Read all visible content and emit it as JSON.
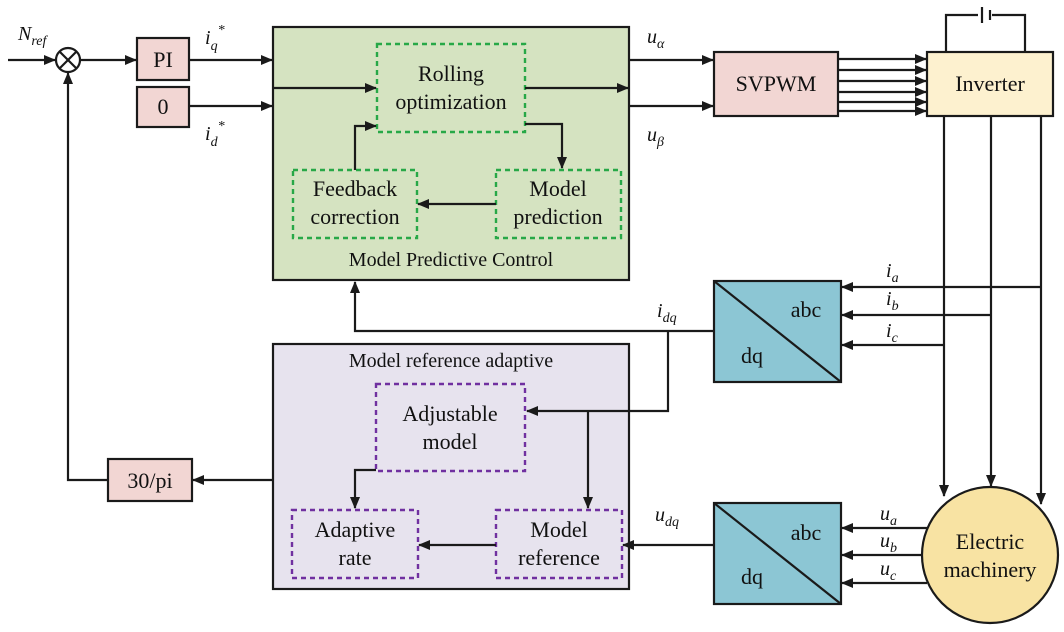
{
  "colors": {
    "pink_block": "#f2d6d3",
    "mpc_panel": "#d5e3c1",
    "mrac_panel": "#e7e3ee",
    "transform_block": "#8cc6d4",
    "inverter_fill": "#fdf1cf",
    "machine_fill": "#f8e3a3",
    "mpc_dashed": "#27a847",
    "mrac_dashed": "#7030a0",
    "line": "#1a1a1a"
  },
  "signals": {
    "n_ref": {
      "main": "N",
      "sub": "ref"
    },
    "iq_ref": {
      "main": "i",
      "sub": "q",
      "sup": "*"
    },
    "id_ref": {
      "main": "i",
      "sub": "d",
      "sup": "*"
    },
    "u_alpha": {
      "main": "u",
      "sub": "α"
    },
    "u_beta": {
      "main": "u",
      "sub": "β"
    },
    "i_dq": {
      "main": "i",
      "sub": "dq"
    },
    "u_dq": {
      "main": "u",
      "sub": "dq"
    },
    "ia": {
      "main": "i",
      "sub": "a"
    },
    "ib": {
      "main": "i",
      "sub": "b"
    },
    "ic": {
      "main": "i",
      "sub": "c"
    },
    "ua": {
      "main": "u",
      "sub": "a"
    },
    "ub": {
      "main": "u",
      "sub": "b"
    },
    "uc": {
      "main": "u",
      "sub": "c"
    }
  },
  "blocks": {
    "pi": "PI",
    "zero": "0",
    "svpwm": "SVPWM",
    "inverter": "Inverter",
    "thirty_pi": "30/pi",
    "machine": {
      "line1": "Electric",
      "line2": "machinery"
    },
    "abc_dq_top": {
      "abc": "abc",
      "dq": "dq"
    },
    "abc_dq_bottom": {
      "abc": "abc",
      "dq": "dq"
    }
  },
  "mpc": {
    "title": "Model Predictive Control",
    "rolling": {
      "line1": "Rolling",
      "line2": "optimization"
    },
    "feedback": {
      "line1": "Feedback",
      "line2": "correction"
    },
    "prediction": {
      "line1": "Model",
      "line2": "prediction"
    }
  },
  "mrac": {
    "title": "Model reference adaptive",
    "adjustable": {
      "line1": "Adjustable",
      "line2": "model"
    },
    "adaptive_rate": {
      "line1": "Adaptive",
      "line2": "rate"
    },
    "reference": {
      "line1": "Model",
      "line2": "reference"
    }
  }
}
